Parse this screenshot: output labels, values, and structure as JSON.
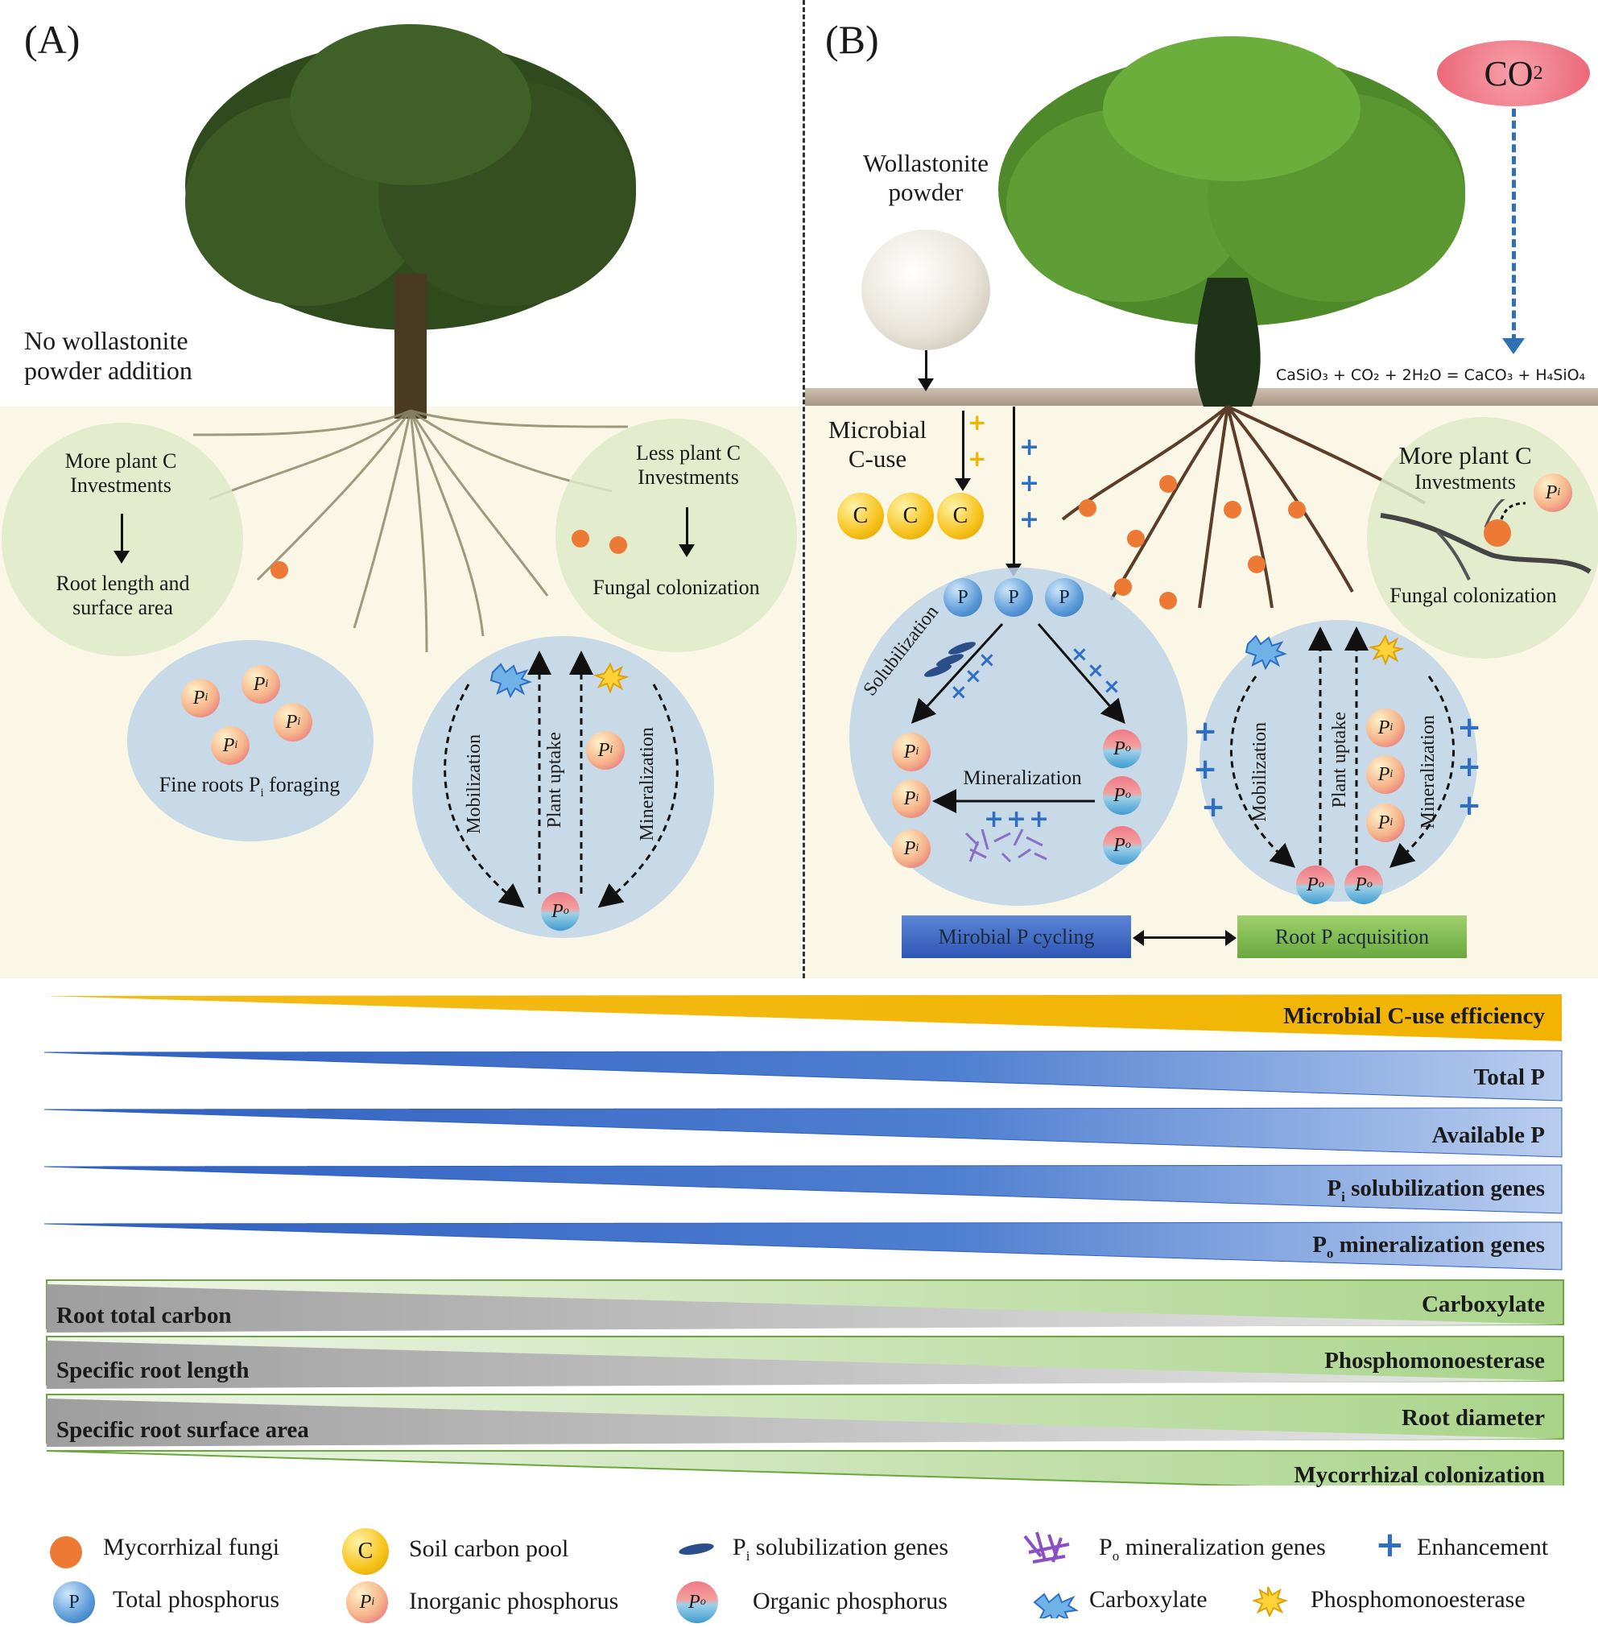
{
  "panelA": {
    "label": "(A)",
    "title_line1": "No wollastonite",
    "title_line2": "powder addition",
    "left_bubble": {
      "top_line1": "More plant C",
      "top_line2": "Investments",
      "bottom_line1": "Root length and",
      "bottom_line2": "surface area"
    },
    "right_bubble": {
      "top_line1": "Less plant C",
      "top_line2": "Investments",
      "bottom": "Fungal colonization"
    },
    "foraging_caption": "Fine roots P",
    "foraging_sub": "i",
    "foraging_suffix": " foraging",
    "mobilization": "Mobilization",
    "plant_uptake": "Plant uptake",
    "mineralization": "Mineralization"
  },
  "panelB": {
    "label": "(B)",
    "co2": "CO",
    "co2_sub": "2",
    "wollastonite_line1": "Wollastonite",
    "wollastonite_line2": "powder",
    "equation": "CaSiO₃ + CO₂ + 2H₂O = CaCO₃ + H₄SiO₄",
    "microbial_line1": "Microbial",
    "microbial_line2": "C-use",
    "more_c_line1": "More plant C",
    "more_c_line2": "Investments",
    "fungal": "Fungal colonization",
    "solubilization": "Solubilization",
    "mineralization": "Mineralization",
    "mobilization": "Mobilization",
    "plant_uptake": "Plant uptake",
    "mineralization2": "Mineralization",
    "microbial_box": "Mirobial P cycling",
    "root_box": "Root P acquisition"
  },
  "symbols": {
    "p": "P",
    "c": "C",
    "i": "i",
    "o": "o",
    "plus": "+",
    "cross": "×"
  },
  "bars": {
    "top": [
      {
        "label": "Microbial C-use efficiency",
        "color": "#f2b400"
      },
      {
        "label": "Total P",
        "color": "#3c6fc6"
      },
      {
        "label": "Available P",
        "color": "#3c6fc6"
      },
      {
        "label": "P",
        "sub": "i",
        "suffix": " solubilization genes",
        "color": "#3c6fc6"
      },
      {
        "label": "P",
        "sub": "o",
        "suffix": " mineralization genes",
        "color": "#3c6fc6"
      }
    ],
    "green": [
      "Carboxylate",
      "Phosphomonoesterase",
      "Root diameter",
      "Mycorrhizal colonization"
    ],
    "grey": [
      "Root total carbon",
      "Specific root length",
      "Specific root surface area"
    ]
  },
  "legend": {
    "mycorrhizal_fungi": "Mycorrhizal fungi",
    "soil_carbon_pool": "Soil carbon pool",
    "pi_genes_pre": "P",
    "pi_genes_sub": "i",
    "pi_genes_post": " solubilization genes",
    "po_genes_pre": "P",
    "po_genes_sub": "o",
    "po_genes_post": " mineralization genes",
    "enhancement": "Enhancement",
    "total_p": "Total phosphorus",
    "inorganic_p": "Inorganic phosphorus",
    "organic_p": "Organic phosphorus",
    "carboxylate": "Carboxylate",
    "phosphomonoesterase": "Phosphomonoesterase"
  },
  "colors": {
    "blue_plus": "#2e6fc4",
    "gold": "#f2b400",
    "green_bar": "#8cc06a",
    "grey_bar": "#b5b5b5",
    "fungus": "#ec7a35"
  }
}
